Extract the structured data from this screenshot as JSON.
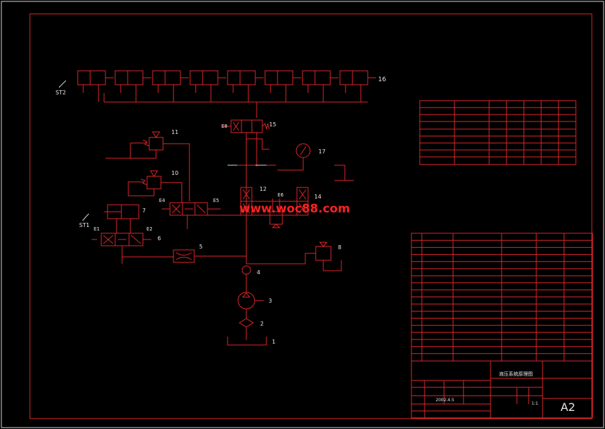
{
  "labels": {
    "n1": "1",
    "n2": "2",
    "n3": "3",
    "n4": "4",
    "n5": "5",
    "n6": "6",
    "n7": "7",
    "n8": "8",
    "n10": "10",
    "n11": "11",
    "n12": "12",
    "n14": "14",
    "n15": "15",
    "n16": "16",
    "n17": "17"
  },
  "signals": {
    "st1": "ST1",
    "st2": "ST2",
    "e1": "E1",
    "e2": "E2",
    "e4": "E4",
    "e5": "E5",
    "e6": "E6",
    "e8": "E8"
  },
  "watermark": "www.woc88.com",
  "title_block": {
    "title": "液压系统原理图",
    "scale": "1:1",
    "size": "A2",
    "date": "2002.4.5"
  }
}
